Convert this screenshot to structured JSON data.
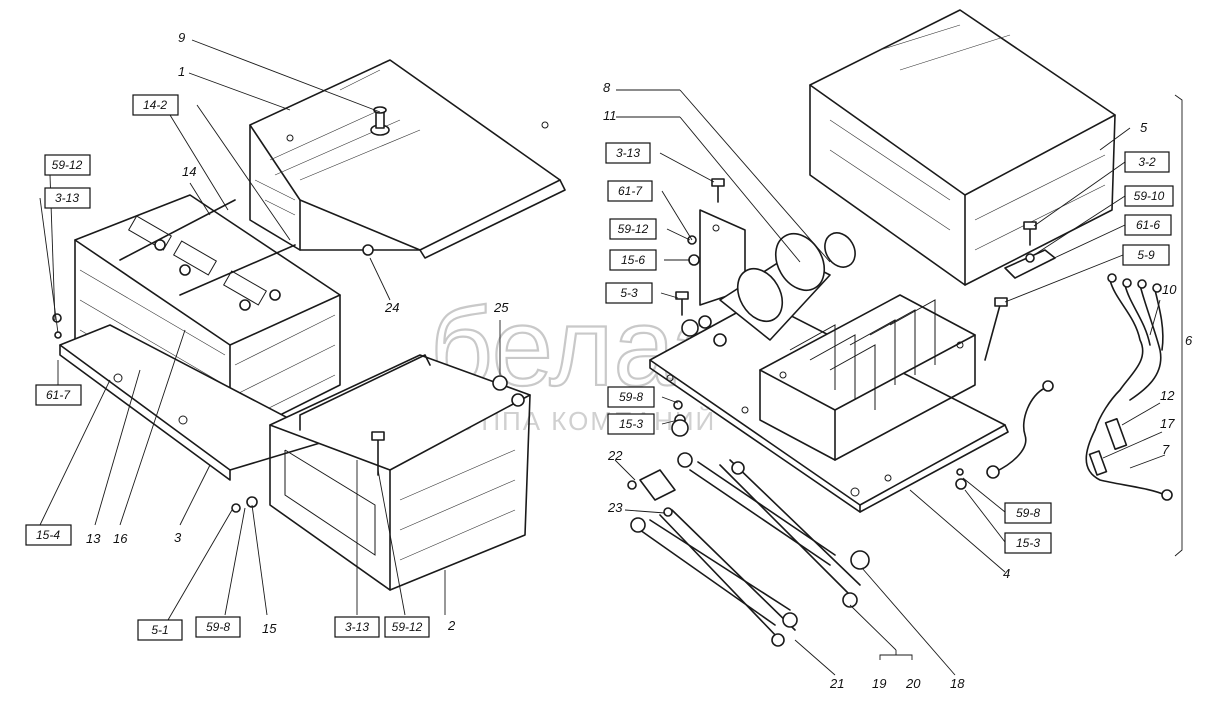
{
  "watermark": {
    "brand": "белаз",
    "tagline": "ГРУППА КОМПАНИЙ"
  },
  "left_group": {
    "box_labels": [
      "14-2",
      "59-12",
      "3-13",
      "61-7",
      "15-4",
      "5-1",
      "59-8",
      "3-13",
      "59-12"
    ],
    "numbers": [
      "9",
      "1",
      "14",
      "24",
      "25",
      "13",
      "16",
      "3",
      "15",
      "2"
    ]
  },
  "right_group": {
    "box_labels": [
      "3-13",
      "61-7",
      "59-12",
      "15-6",
      "5-3",
      "59-8",
      "15-3",
      "3-2",
      "59-10",
      "61-6",
      "5-9",
      "59-8",
      "15-3"
    ],
    "numbers": [
      "8",
      "11",
      "5",
      "10",
      "12",
      "17",
      "7",
      "6",
      "22",
      "23",
      "4",
      "21",
      "19",
      "20",
      "18"
    ]
  }
}
